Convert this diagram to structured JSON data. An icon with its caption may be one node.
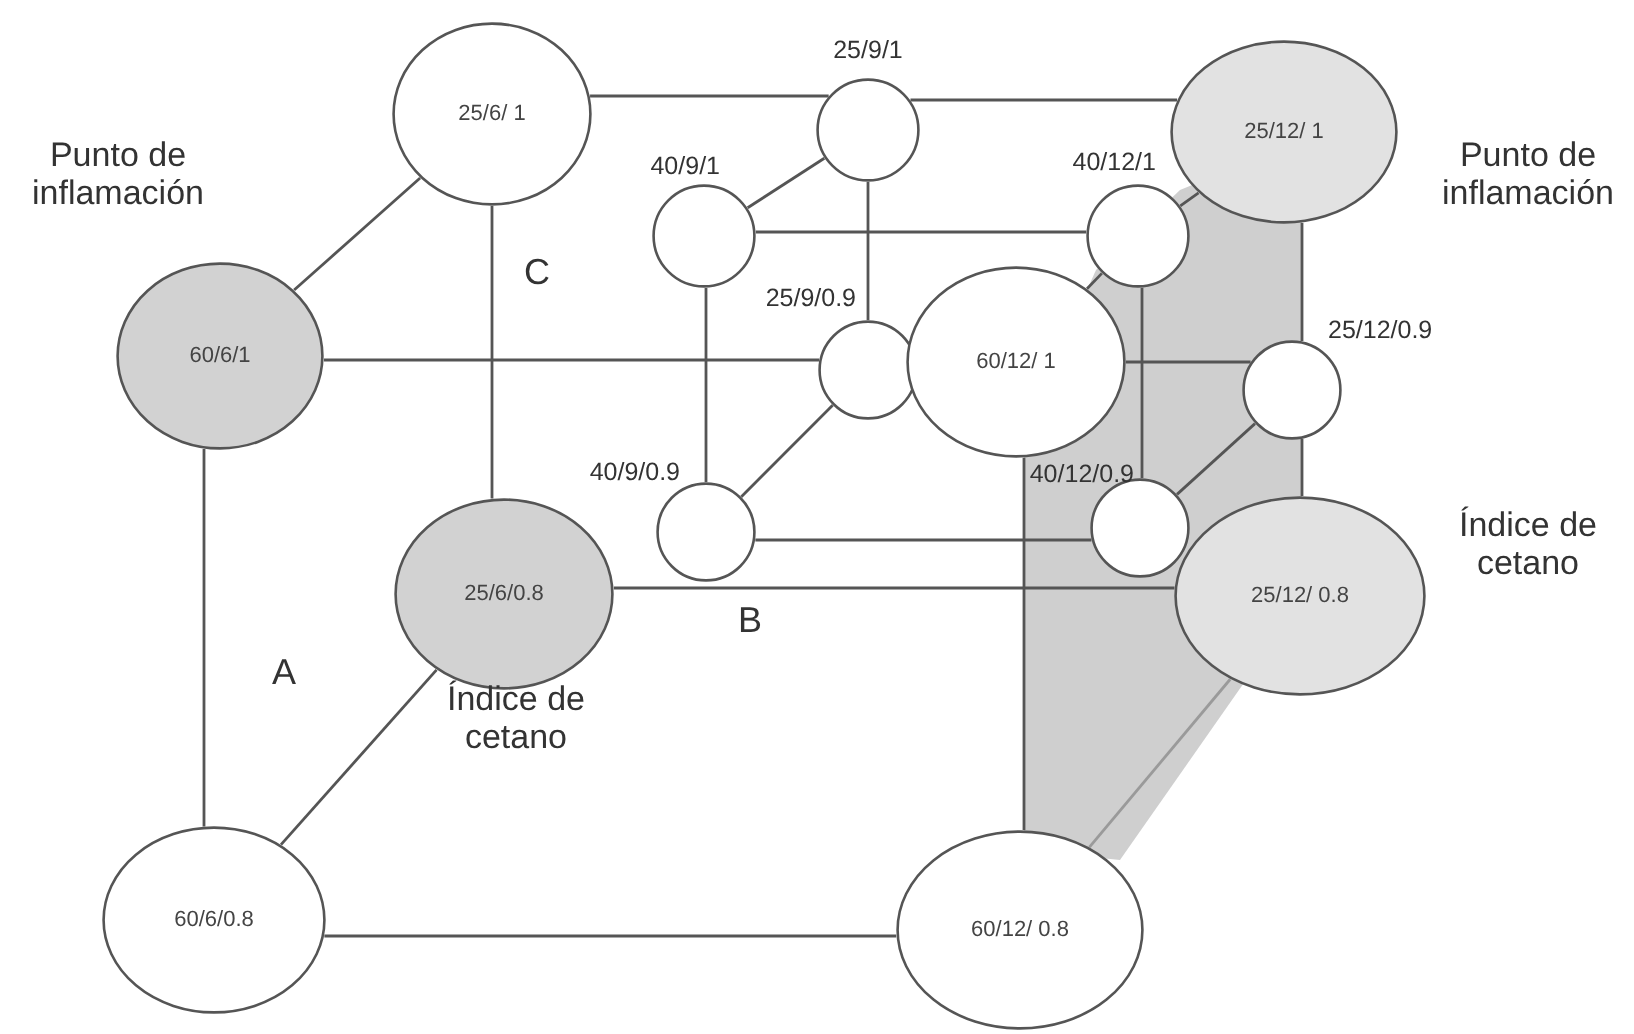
{
  "diagram": {
    "nodes": [
      {
        "text": [
          "25/6/ 1"
        ]
      },
      {
        "text": [
          "25/9/1"
        ]
      },
      {
        "text": [
          "25/12/ 1"
        ],
        "beside": [
          "Punto de inflamación"
        ]
      },
      {
        "text": [
          "40/9/1"
        ]
      },
      {
        "text": [
          "40/12/1"
        ]
      },
      {
        "text": [
          "60/6/1"
        ],
        "beside": [
          "Punto de inflamación"
        ]
      },
      {
        "text": [
          "25/9/0.9"
        ]
      },
      {
        "text": [
          "60/12/ 1"
        ]
      },
      {
        "text": [
          "25/12/0.9"
        ]
      },
      {
        "text": [
          "40/9/0.9"
        ]
      },
      {
        "text": [
          "40/12/0.9"
        ]
      },
      {
        "text": [
          "25/6/0.8"
        ],
        "beside": [
          "Índice de cetano"
        ]
      },
      {
        "text": [
          "25/12/ 0.8"
        ],
        "beside": [
          "Índice de cetano"
        ]
      },
      {
        "text": [
          "60/6/0.8"
        ]
      },
      {
        "text": [
          "60/12/ 0.8"
        ]
      }
    ],
    "edges": [
      {
        "from": 0,
        "to": 1,
        "arrow": "none"
      },
      {
        "from": 1,
        "to": 2,
        "arrow": "none"
      },
      {
        "from": 0,
        "to": 5,
        "arrow": "none"
      },
      {
        "from": 0,
        "to": 11,
        "arrow": "none"
      },
      {
        "from": 5,
        "to": 6,
        "arrow": "none"
      },
      {
        "from": 7,
        "to": 8,
        "arrow": "none"
      },
      {
        "from": 5,
        "to": 13,
        "arrow": "none"
      },
      {
        "from": 13,
        "to": 11,
        "arrow": "none"
      },
      {
        "from": 13,
        "to": 14,
        "arrow": "none"
      },
      {
        "from": 11,
        "to": 12,
        "arrow": "none"
      },
      {
        "from": 9,
        "to": 10,
        "arrow": "none"
      },
      {
        "from": 3,
        "to": 4,
        "arrow": "none"
      },
      {
        "from": 3,
        "to": 1,
        "arrow": "none"
      },
      {
        "from": 3,
        "to": 9,
        "arrow": "none"
      },
      {
        "from": 1,
        "to": 6,
        "arrow": "none"
      },
      {
        "from": 9,
        "to": 6,
        "arrow": "none"
      },
      {
        "from": 4,
        "to": 2,
        "arrow": "none"
      },
      {
        "from": 2,
        "to": 8,
        "arrow": "none"
      },
      {
        "from": 4,
        "to": 10,
        "arrow": "none"
      },
      {
        "from": 8,
        "to": 10,
        "arrow": "none"
      },
      {
        "from": 8,
        "to": 12,
        "arrow": "none"
      },
      {
        "from": 7,
        "to": 14,
        "arrow": "none"
      },
      {
        "from": 12,
        "to": 14,
        "arrow": "none",
        "color": "#9a9a9a"
      },
      {
        "from": 7,
        "to": 4,
        "arrow": "none"
      }
    ],
    "labels": [
      "C",
      "B",
      "A"
    ]
  }
}
